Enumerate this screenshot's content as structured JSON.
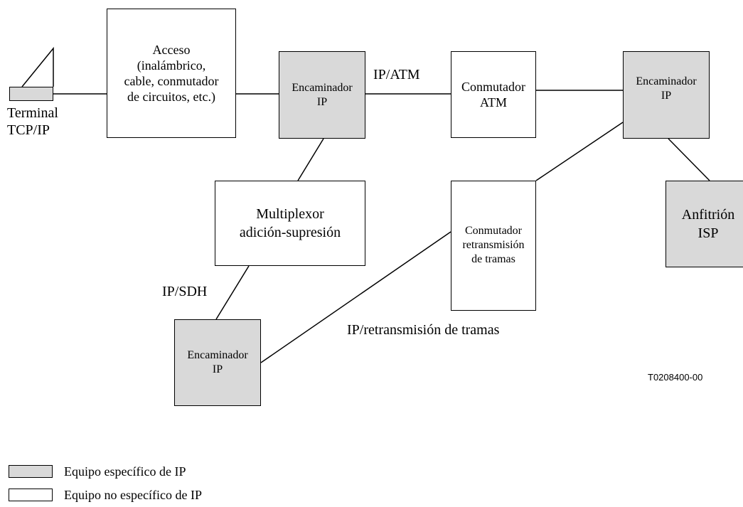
{
  "terminal": {
    "label": "Terminal\nTCP/IP"
  },
  "nodes": {
    "acceso": "Acceso\n(inalámbrico,\ncable, conmutador\nde circuitos, etc.)",
    "encaminador_1": "Encaminador\nIP",
    "conmutador_atm": "Conmutador\nATM",
    "encaminador_2": "Encaminador\nIP",
    "anfitrion_isp": "Anfitrión\nISP",
    "multiplexor": "Multiplexor\nadición-supresión",
    "conmutador_rt": "Conmutador\nretransmisión\nde tramas",
    "encaminador_3": "Encaminador\nIP"
  },
  "links": {
    "ip_atm": "IP/ATM",
    "ip_sdh": "IP/SDH",
    "ip_rt": "IP/retransmisión de tramas"
  },
  "figure_id": "T0208400-00",
  "legend": {
    "ip_specific": "Equipo específico de IP",
    "non_ip_specific": "Equipo no específico de IP"
  },
  "colors": {
    "ip_specific_fill": "#d9d9d9",
    "non_ip_fill": "#ffffff",
    "line": "#000000"
  }
}
